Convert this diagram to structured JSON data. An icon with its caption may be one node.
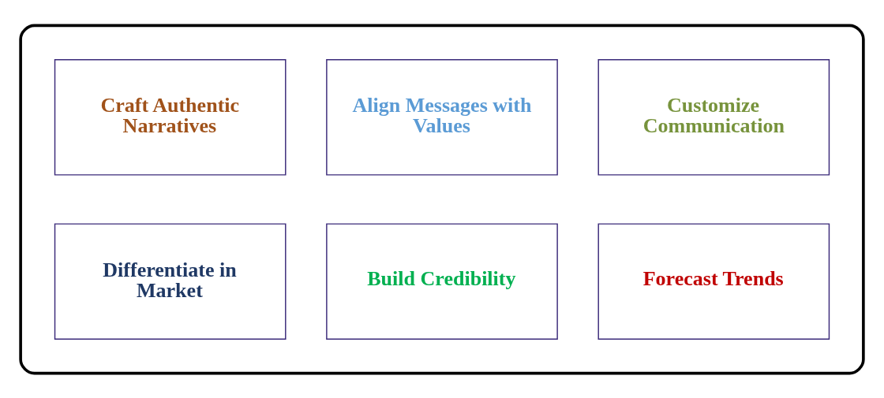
{
  "diagram": {
    "nodes": [
      {
        "text": [],
        "shape": "box"
      },
      {
        "text": [
          "Craft Authentic Narratives"
        ],
        "in": 0
      },
      {
        "text": [
          "Align Messages with Values"
        ],
        "in": 0
      },
      {
        "text": [
          "Customize Communication"
        ],
        "in": 0
      },
      {
        "text": [
          "Differentiate in Market"
        ],
        "in": 0
      },
      {
        "text": [
          "Build Credibility"
        ],
        "in": 0
      },
      {
        "text": [
          "Forecast Trends"
        ],
        "in": 0
      }
    ],
    "edges": []
  }
}
